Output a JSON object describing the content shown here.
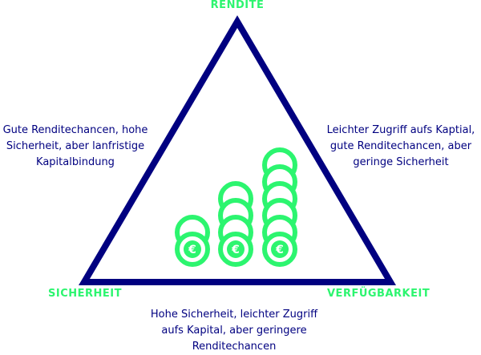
{
  "colors": {
    "triangle": "#000080",
    "coin": "#2cf56f",
    "label": "#2cf56f",
    "text": "#000080"
  },
  "corners": {
    "top": "RENDITE",
    "left": "SICHERHEIT",
    "right": "VERFÜGBARKEIT"
  },
  "descriptions": {
    "left": [
      "Gute Renditechancen, hohe",
      "Sicherheit, aber lanfristige",
      "Kapitalbindung"
    ],
    "right": [
      "Leichter Zugriff aufs Kaptial,",
      "gute Renditechancen, aber",
      "geringe Sicherheit"
    ],
    "bottom": [
      "Hohe Sicherheit, leichter Zugriff",
      "aufs Kapital, aber geringere",
      "Renditechancen"
    ]
  },
  "coin_symbol": "€",
  "coin_stacks": [
    2,
    4,
    6
  ]
}
